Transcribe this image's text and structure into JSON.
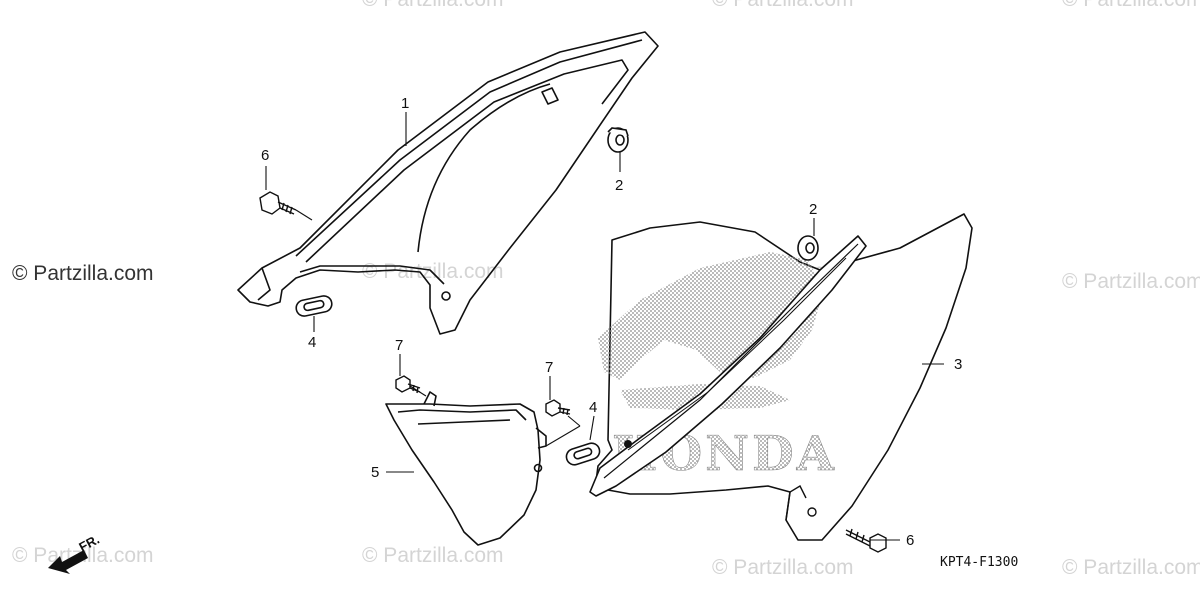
{
  "watermark": {
    "text": "© Partzilla.com"
  },
  "copyright": {
    "text": "© Partzilla.com"
  },
  "diagram": {
    "code": "KPT4-F1300",
    "brand_mark_text": "HONDA"
  },
  "direction_arrow": {
    "label": "FR."
  },
  "callouts": {
    "c1": "1",
    "c2a": "2",
    "c2b": "2",
    "c3": "3",
    "c4a": "4",
    "c4b": "4",
    "c5": "5",
    "c6a": "6",
    "c6b": "6",
    "c7a": "7",
    "c7b": "7"
  }
}
